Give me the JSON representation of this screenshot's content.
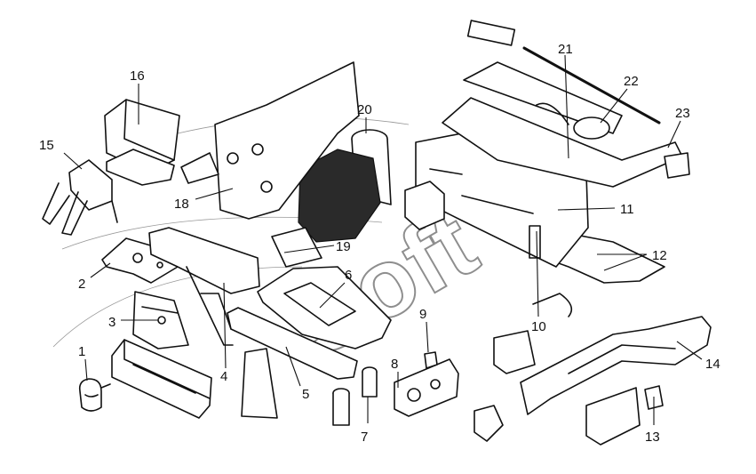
{
  "callouts": [
    "1",
    "2",
    "3",
    "4",
    "5",
    "6",
    "7",
    "8",
    "9",
    "10",
    "11",
    "12",
    "13",
    "14",
    "15",
    "16",
    "18",
    "19",
    "20",
    "21",
    "22",
    "23"
  ],
  "watermark": "Soft"
}
